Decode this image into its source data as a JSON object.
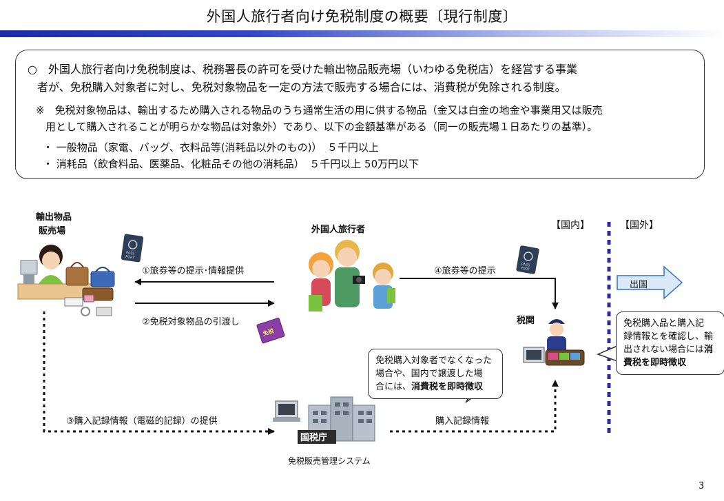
{
  "title": "外国人旅行者向け免税制度の概要〔現行制度〕",
  "summary": {
    "line1": "○　外国人旅行者向け免税制度は、税務署長の許可を受けた輸出物品販売場（いわゆる免税店）を経営する事業",
    "line2": "者が、免税購入対象者に対し、免税対象物品を一定の方法で販売する場合には、消費税が免除される制度。",
    "note1": "※　免税対象物品は、輸出するため購入される物品のうち通常生活の用に供する物品（金又は白金の地金や事業用又は販売",
    "note2": "用として購入されることが明らかな物品は対象外）であり、以下の金額基準がある（同一の販売場１日あたりの基準）。",
    "bullet1": "・ 一般物品（家電、バッグ、衣料品等(消耗品以外のもの)）　５千円以上",
    "bullet2": "・ 消耗品（飲食料品、医薬品、化粧品その他の消耗品）　５千円以上 50万円以下"
  },
  "diagram": {
    "shop_label_1": "輸出物品",
    "shop_label_2": "販売場",
    "traveler_label": "外国人旅行者",
    "domestic_label": "【国内】",
    "overseas_label": "【国外】",
    "step1": "①旅券等の提示･情報提供",
    "step2": "②免税対象物品の引渡し",
    "step3": "③購入記録情報（電磁的記録）の提供",
    "step4": "④旅券等の提示",
    "purchase_record": "購入記録情報",
    "customs_label": "税関",
    "departure": "出国",
    "nta_sign": "国税庁",
    "system_label": "免税販売管理システム",
    "callout_nta_1": "免税購入対象者でなくなった",
    "callout_nta_2": "場合や、国内で譲渡した場",
    "callout_nta_3": "合には、",
    "callout_nta_bold": "消費税を即時徴収",
    "callout_customs_1": "免税購入品と購入記",
    "callout_customs_2": "録情報とを確認し、輸",
    "callout_customs_3": "出されない場合には",
    "callout_customs_bold_1": "消",
    "callout_customs_bold_2": "費税を即時徴収",
    "passport_text_1": "PASS",
    "passport_text_2": "PORT",
    "tax_free_bag_text": "免税"
  },
  "page_number": "3",
  "colors": {
    "title_bar": "#1c2aa8",
    "border_line": "#2a2aa8",
    "departure_arrow_fill": "#dbe9f8",
    "departure_arrow_stroke": "#2f6fd0"
  }
}
